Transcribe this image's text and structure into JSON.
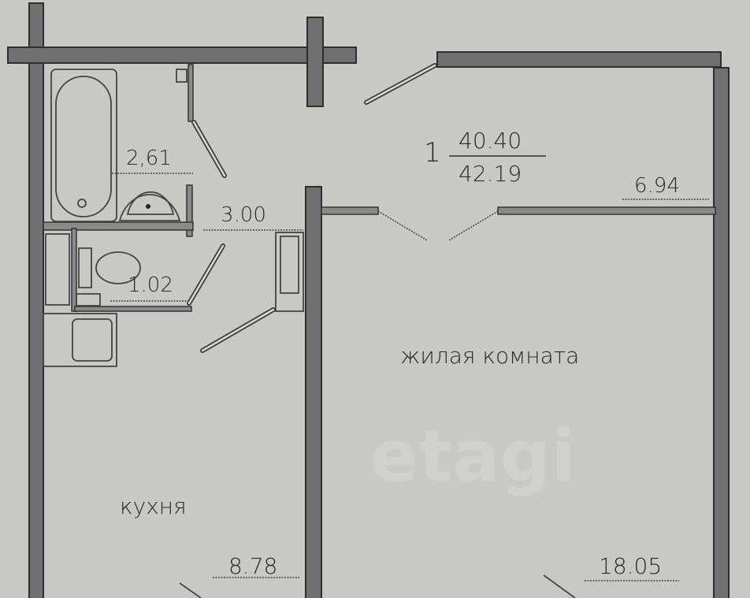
{
  "plan": {
    "bathroom_area": "2,61",
    "hallway_area": "3.00",
    "toilet_area": "1.02",
    "rooms_count": "1",
    "living_area_total": "40.40",
    "total_area": "42.19",
    "loggia_area": "6.94",
    "living_room_label": "жилая комната",
    "living_room_area": "18.05",
    "kitchen_label": "кухня",
    "kitchen_area": "8.78"
  },
  "watermark": "etagi",
  "colors": {
    "background": "#c8c9c5",
    "wall": "#707070"
  }
}
